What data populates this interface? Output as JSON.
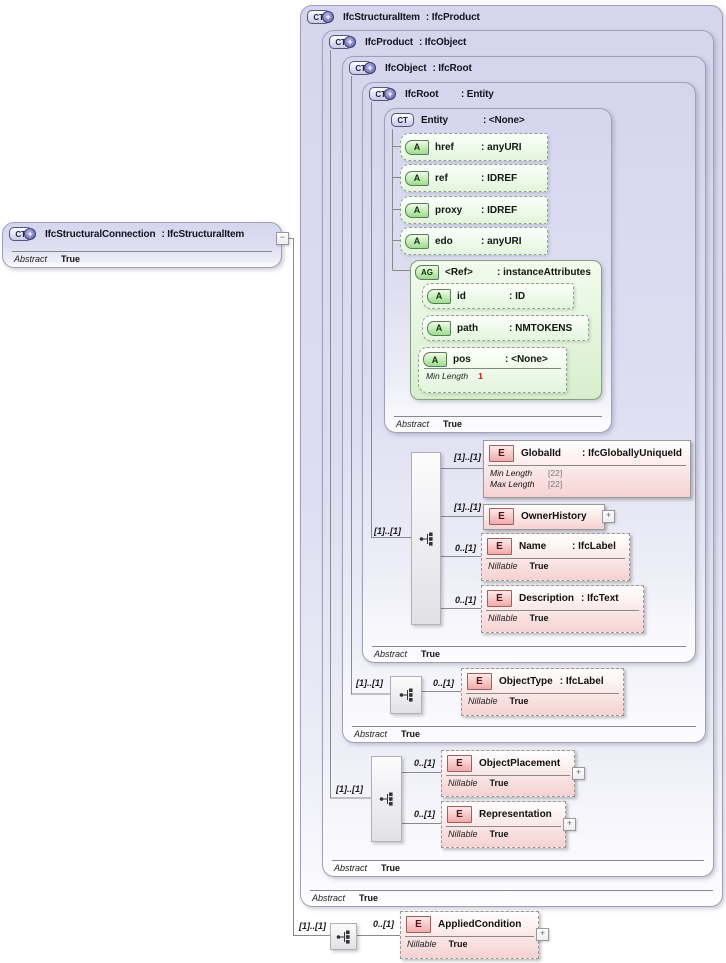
{
  "palette": {
    "ct_fill": "#d5d5ee",
    "ct_border": "#9f9fb8",
    "attr_fill": "#e2f5dc",
    "attr_border": "#93a393",
    "elem_fill": "#f6d2d2",
    "elem_border": "#9a9a9a",
    "wire": "#8a8a8a",
    "facet_red": "#cc1111",
    "facet_gray": "#777777"
  },
  "icons": {
    "ct": "CT",
    "plus": "+",
    "a": "A",
    "ag": "AG",
    "e": "E",
    "minus": "−",
    "expander": "+"
  },
  "connection": {
    "name": "IfcStructuralConnection",
    "base": ": IfcStructuralItem",
    "abstract_label": "Abstract",
    "abstract_value": "True"
  },
  "ct_boxes": {
    "structural_item": {
      "name": "IfcStructuralItem",
      "base": ": IfcProduct",
      "abstract_label": "Abstract",
      "abstract_value": "True"
    },
    "product": {
      "name": "IfcProduct",
      "base": ": IfcObject",
      "abstract_label": "Abstract",
      "abstract_value": "True"
    },
    "object": {
      "name": "IfcObject",
      "base": ": IfcRoot",
      "abstract_label": "Abstract",
      "abstract_value": "True"
    },
    "root": {
      "name": "IfcRoot",
      "base": ": Entity",
      "abstract_label": "Abstract",
      "abstract_value": "True"
    },
    "entity": {
      "name": "Entity",
      "base": ": <None>",
      "abstract_label": "Abstract",
      "abstract_value": "True"
    }
  },
  "entity_attributes": [
    {
      "name": "href",
      "type": ": anyURI"
    },
    {
      "name": "ref",
      "type": ": IDREF"
    },
    {
      "name": "proxy",
      "type": ": IDREF"
    },
    {
      "name": "edo",
      "type": ": anyURI"
    }
  ],
  "ref_group": {
    "name": "<Ref>",
    "type": ": instanceAttributes",
    "attributes": [
      {
        "name": "id",
        "type": ": ID"
      },
      {
        "name": "path",
        "type": ": NMTOKENS"
      }
    ],
    "pos": {
      "name": "pos",
      "type": ": <None>",
      "facet_label": "Min Length",
      "facet_value": "1"
    }
  },
  "root_sequence": {
    "cardinality": "[1]..[1]",
    "elements": {
      "global_id": {
        "cardinality": "[1]..[1]",
        "name": "GlobalId",
        "type": ": IfcGloballyUniqueId",
        "facets": {
          "min_label": "Min Length",
          "min_value": "[22]",
          "max_label": "Max Length",
          "max_value": "[22]"
        }
      },
      "owner_history": {
        "cardinality": "[1]..[1]",
        "name": "OwnerHistory"
      },
      "name": {
        "cardinality": "0..[1]",
        "name": "Name",
        "type": ": IfcLabel",
        "nillable_label": "Nillable",
        "nillable_value": "True"
      },
      "description": {
        "cardinality": "0..[1]",
        "name": "Description",
        "type": ": IfcText",
        "nillable_label": "Nillable",
        "nillable_value": "True"
      }
    }
  },
  "object_sequence": {
    "cardinality": "[1]..[1]",
    "object_type": {
      "cardinality": "0..[1]",
      "name": "ObjectType",
      "type": ": IfcLabel",
      "nillable_label": "Nillable",
      "nillable_value": "True"
    }
  },
  "product_sequence": {
    "cardinality": "[1]..[1]",
    "object_placement": {
      "cardinality": "0..[1]",
      "name": "ObjectPlacement",
      "nillable_label": "Nillable",
      "nillable_value": "True"
    },
    "representation": {
      "cardinality": "0..[1]",
      "name": "Representation",
      "nillable_label": "Nillable",
      "nillable_value": "True"
    }
  },
  "connection_sequence": {
    "cardinality": "[1]..[1]",
    "applied_condition": {
      "cardinality": "0..[1]",
      "name": "AppliedCondition",
      "nillable_label": "Nillable",
      "nillable_value": "True"
    }
  }
}
